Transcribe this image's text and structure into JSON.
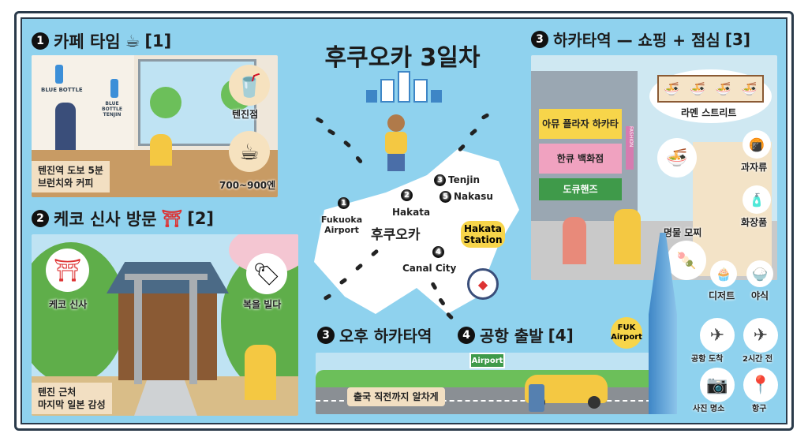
{
  "title": "후쿠오카 3일차",
  "section1": {
    "num": "1",
    "title": "카페 타임",
    "ref": "[1]",
    "icon": "coffee-cup-icon",
    "store_sign_1": "BLUE BOTTLE",
    "store_sign_2": "BLUE BOTTLE TENJIN",
    "caption_line1": "텐진역 도보 5분",
    "caption_line2": "브런치와 커피",
    "bubble1_label": "텐진점",
    "bubble2_label": "700~900엔"
  },
  "section2": {
    "num": "2",
    "title": "케코 신사 방문",
    "ref": "[2]",
    "icon": "torii-gate-icon",
    "bubble1_label": "케코 신사",
    "bubble2_label": "복을 빌다",
    "caption_line1": "텐진 근처",
    "caption_line2": "마지막 일본 감성"
  },
  "section3": {
    "num": "3",
    "title": "하카타역 — 쇼핑 + 점심",
    "ref": "[3]",
    "signs": [
      "아뮤 플라자 하카타",
      "한큐 백화점",
      "도큐핸즈"
    ],
    "vertical_sign": "FASHION",
    "ramen_label": "라멘 스트리트",
    "side_items": [
      "과자류",
      "화장품"
    ],
    "mochi_label": "명물 모찌",
    "bottom_items": [
      "디저트",
      "야식"
    ]
  },
  "map": {
    "city_label": "후쿠오카",
    "points": [
      {
        "num": "1",
        "name": "Fukuoka Airport"
      },
      {
        "num": "2",
        "name": "Hakata"
      },
      {
        "num": "3",
        "name": "Tenjin"
      },
      {
        "num": "5",
        "name": "Nakasu"
      },
      {
        "num": "4",
        "name": "Canal City"
      }
    ],
    "station_badge": "Hakata Station"
  },
  "section3b": {
    "num": "3",
    "title": "오후 하카타역"
  },
  "section4": {
    "num": "4",
    "title": "공항 출발",
    "ref": "[4]",
    "badge": "FUK Airport",
    "road_sign": "Airport",
    "caption": "출국 직전까지 알차게"
  },
  "tips": [
    {
      "icon": "airplane-icon",
      "label": "공항 도착"
    },
    {
      "icon": "plane-icon",
      "label": "2시간 전"
    },
    {
      "icon": "camera-icon",
      "label": "사진 명소"
    },
    {
      "icon": "location-pin-icon",
      "label": "항구"
    }
  ],
  "colors": {
    "background": "#8fd2ee",
    "yellow": "#f7d54a",
    "pink": "#f0a2c0",
    "green": "#3f9a4a"
  }
}
